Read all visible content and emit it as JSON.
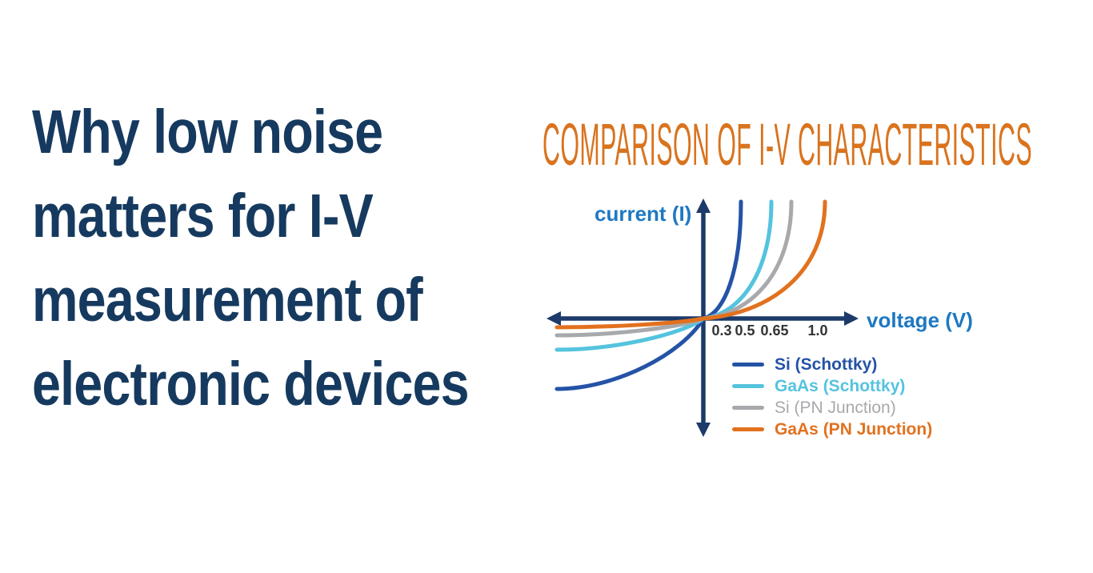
{
  "headline": {
    "lines": [
      "Why low noise",
      "matters for I-V",
      "measurement of",
      "electronic devices"
    ],
    "color": "#163a5f"
  },
  "chart": {
    "title": "COMPARISON OF I-V CHARACTERISTICS",
    "title_color": "#d9731e",
    "axis_color": "#1c3a6a",
    "axis_label_color": "#1e78c2",
    "tick_color": "#333333",
    "y_axis_label": "current (I)",
    "x_axis_label": "voltage (V)",
    "x_ticks": [
      "0.3",
      "0.5",
      "0.65",
      "1.0"
    ],
    "legend": [
      {
        "label": "Si (Schottky)",
        "color": "#2453a6"
      },
      {
        "label": "GaAs (Schottky)",
        "color": "#54c3de"
      },
      {
        "label": "Si (PN Junction)",
        "color": "#a7a9ac"
      },
      {
        "label": "GaAs (PN Junction)",
        "color": "#e2711e"
      }
    ]
  },
  "chart_data": {
    "type": "line",
    "title": "COMPARISON OF I-V CHARACTERISTICS",
    "xlabel": "voltage (V)",
    "ylabel": "current (I)",
    "x_tick_values": [
      0.3,
      0.5,
      0.65,
      1.0
    ],
    "axis_style": "schematic quadrant sketch, arrows on both axis ends, no numeric current scale, no grid",
    "legend_position": "lower right",
    "series": [
      {
        "name": "Si (Schottky)",
        "color": "#2453a6",
        "turn_on_voltage_V": 0.3,
        "reverse_leakage_relative": -0.6,
        "shape": "diode exponential: flat reverse leakage for V<0, steep exponential rise just past turn-on"
      },
      {
        "name": "GaAs (Schottky)",
        "color": "#54c3de",
        "turn_on_voltage_V": 0.5,
        "reverse_leakage_relative": -0.27,
        "shape": "diode exponential: flat reverse leakage for V<0, steep exponential rise just past turn-on"
      },
      {
        "name": "Si (PN Junction)",
        "color": "#a7a9ac",
        "turn_on_voltage_V": 0.65,
        "reverse_leakage_relative": -0.14,
        "shape": "diode exponential: flat reverse leakage for V<0, steep exponential rise just past turn-on"
      },
      {
        "name": "GaAs (PN Junction)",
        "color": "#e2711e",
        "turn_on_voltage_V": 1.0,
        "reverse_leakage_relative": -0.08,
        "shape": "diode exponential: flat reverse leakage for V<0, steep exponential rise just past turn-on"
      }
    ]
  }
}
